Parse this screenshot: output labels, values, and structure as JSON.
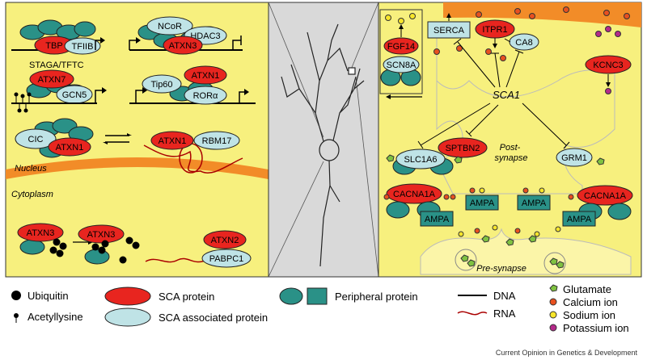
{
  "nuclear": {
    "tbp": "TBP",
    "tfiib": "TFIIB",
    "ncor": "NCoR",
    "hdac3": "HDAC3",
    "atxn3": "ATXN3",
    "staga_tftc": "STAGA/TFTC",
    "atxn7": "ATXN7",
    "gcn5": "GCN5",
    "tip60": "Tip60",
    "atxn1": "ATXN1",
    "rora": "RORα",
    "cic": "CIC",
    "cic_atxn1": "ATXN1",
    "rbm_atxn1": "ATXN1",
    "rbm17": "RBM17",
    "nucleus": "Nucleus",
    "cytoplasm": "Cytoplasm",
    "cyto_atxn3_a": "ATXN3",
    "cyto_atxn3_b": "ATXN3",
    "atxn2": "ATXN2",
    "pabpc1": "PABPC1"
  },
  "synapse": {
    "fgf14": "FGF14",
    "scn8a": "SCN8A",
    "serca": "SERCA",
    "itpr1": "ITPR1",
    "ca8": "CA8",
    "kcnc3": "KCNC3",
    "sca1": "SCA1",
    "sptbn2": "SPTBN2",
    "slc1a6": "SLC1A6",
    "post_synapse": "Post-\nsynapse",
    "grm1": "GRM1",
    "cacna1a_left": "CACNA1A",
    "cacna1a_right": "CACNA1A",
    "ampa": "AMPA",
    "pre_synapse": "Pre-synapse"
  },
  "legend": {
    "ubiquitin": "Ubiquitin",
    "acetyllysine": "Acetyllysine",
    "sca_protein": "SCA protein",
    "sca_associated": "SCA associated protein",
    "peripheral": "Peripheral protein",
    "dna": "DNA",
    "rna": "RNA",
    "glutamate": "Glutamate",
    "calcium": "Calcium ion",
    "sodium": "Sodium ion",
    "potassium": "Potassium ion"
  },
  "footer": {
    "credit": "Current Opinion in Genetics & Development"
  },
  "colors": {
    "panel_bg": "#f7f07e",
    "sca_protein": "#e8251f",
    "sca_associated": "#bfe3e6",
    "peripheral": "#2a9187",
    "membrane_orange": "#f28c28",
    "calcium": "#e8501f",
    "sodium": "#f7e52a",
    "potassium": "#b42a8a",
    "glutamate": "#7fc241",
    "neuron_panel": "#d9d9d9"
  }
}
